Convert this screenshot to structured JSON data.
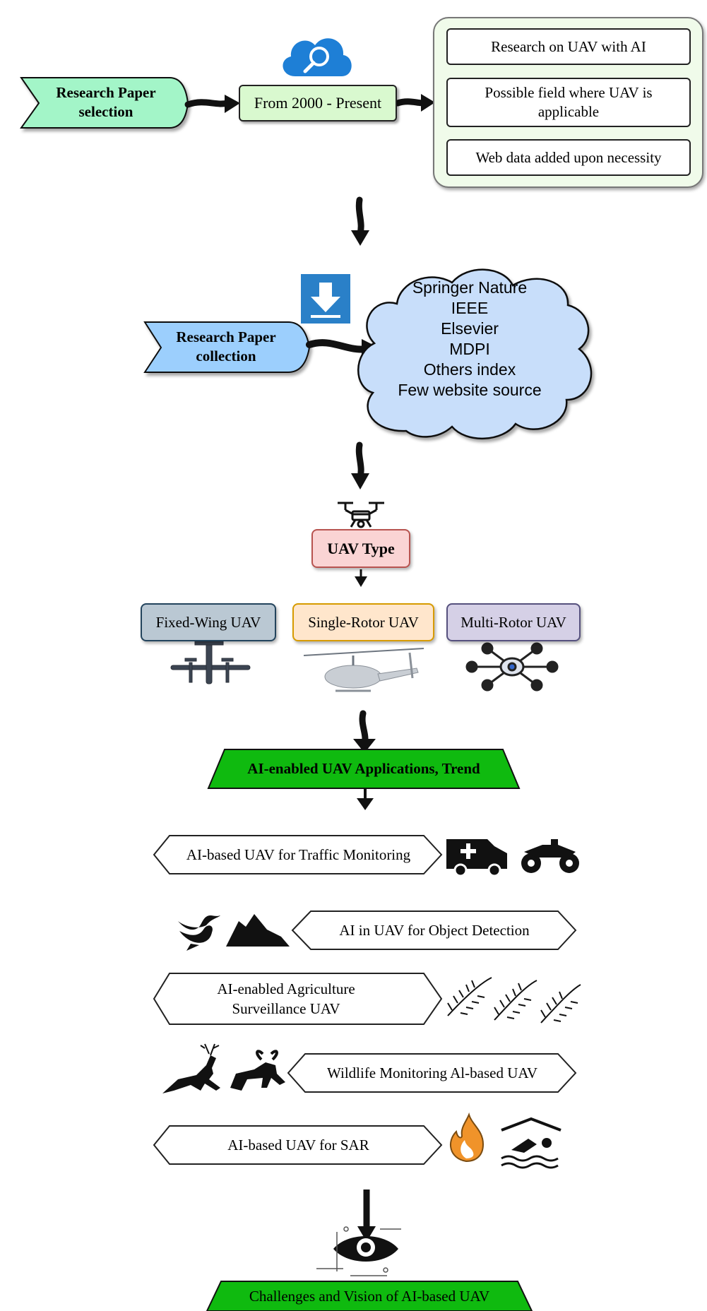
{
  "stage1": {
    "label": "Research Paper selection",
    "period": "From 2000 - Present",
    "criteria": [
      "Research on UAV with AI",
      "Possible field where UAV is applicable",
      "Web data added upon necessity"
    ]
  },
  "stage2": {
    "label": "Research Paper collection",
    "databases": [
      "Springer Nature",
      "IEEE",
      "Elsevier",
      "MDPI",
      "Others index",
      "Few website source"
    ]
  },
  "stage3": {
    "title": "UAV Type",
    "types": [
      "Fixed-Wing UAV",
      "Single-Rotor UAV",
      "Multi-Rotor UAV"
    ]
  },
  "stage4": {
    "title": "AI-enabled UAV Applications, Trend",
    "applications": [
      "AI-based UAV for Traffic Monitoring",
      "AI in UAV for Object Detection",
      "AI-enabled Agriculture Surveillance UAV",
      "Wildlife Monitoring Al-based UAV",
      "AI-based UAV for SAR"
    ]
  },
  "stage5": {
    "title": "Challenges and Vision of AI-based UAV"
  },
  "colors": {
    "selection_bg": "#a0f58c",
    "collection_bg": "#b0e3e3",
    "type_bg": "#a0c8fd",
    "trend_fill": "#0fba0f",
    "app_bar": "#13cfdc"
  }
}
